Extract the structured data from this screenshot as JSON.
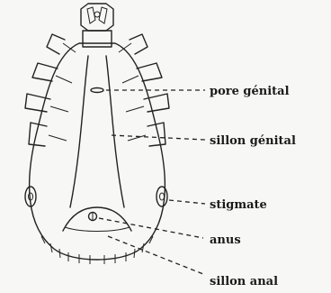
{
  "labels": {
    "pore_genital": "pore génital",
    "sillon_genital": "sillon génital",
    "stigmate": "stigmate",
    "anus": "anus",
    "sillon_anal": "sillon anal"
  },
  "colors": {
    "ink": "#222222",
    "paper": "#f7f7f5"
  }
}
